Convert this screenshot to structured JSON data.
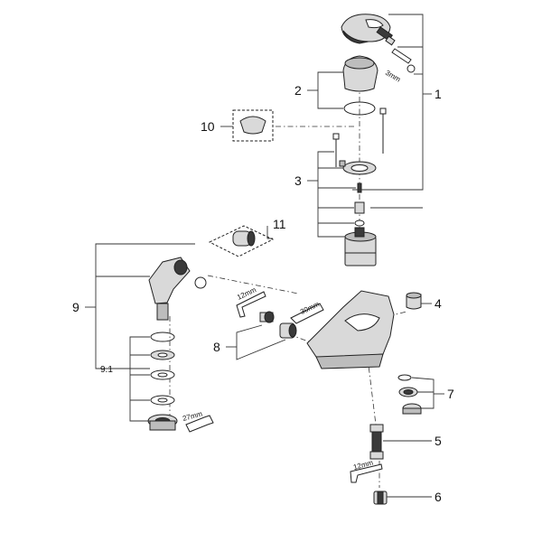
{
  "callouts": {
    "c1": "1",
    "c2": "2",
    "c3": "3",
    "c4": "4",
    "c5": "5",
    "c6": "6",
    "c7": "7",
    "c8": "8",
    "c9": "9",
    "c9_1": "9.1",
    "c10": "10",
    "c11": "11"
  },
  "tool_labels": {
    "hex_3mm": "3mm",
    "hex_12mm_upper": "12mm",
    "spanner_30mm": "30mm",
    "spanner_27mm": "27mm",
    "hex_12mm_lower": "12mm"
  }
}
